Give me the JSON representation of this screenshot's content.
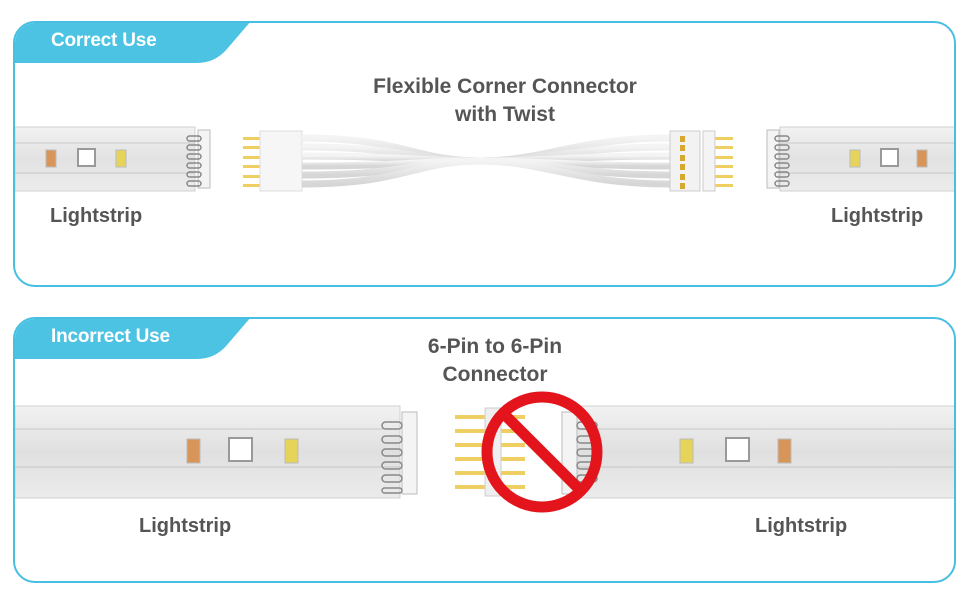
{
  "colors": {
    "accent": "#4cc3e3",
    "text": "#555555",
    "strip": "#e3e3e3",
    "pin_gold": "#f0cf62",
    "prohibit_red": "#e3141b",
    "led_amber": "#d8955a",
    "led_white": "#ffffff",
    "led_yellow": "#e6d35a"
  },
  "panels": {
    "correct": {
      "tab_label": "Correct Use",
      "title_line1": "Flexible Corner Connector",
      "title_line2": "with Twist",
      "left_label": "Lightstrip",
      "right_label": "Lightstrip",
      "connector_icon": "flexible-twist-connector"
    },
    "incorrect": {
      "tab_label": "Incorrect Use",
      "title_line1": "6-Pin to 6-Pin",
      "title_line2": "Connector",
      "left_label": "Lightstrip",
      "right_label": "Lightstrip",
      "connector_icon": "six-pin-connector",
      "overlay_icon": "prohibited-sign"
    }
  }
}
